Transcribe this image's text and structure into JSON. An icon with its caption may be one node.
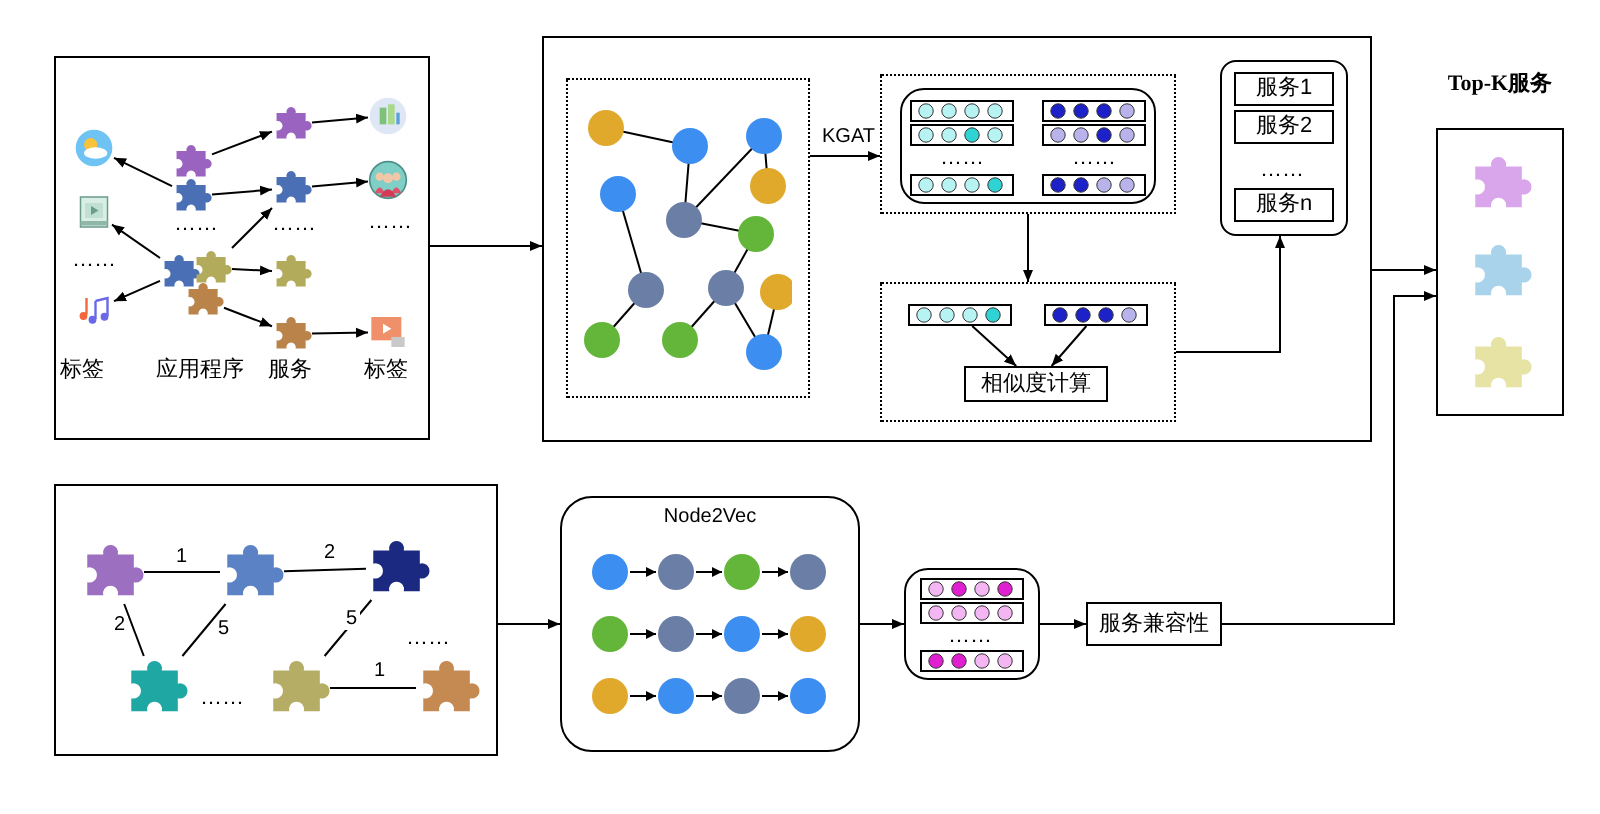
{
  "diagram": {
    "nodes": [
      {
        "text": [],
        "shape": "box"
      },
      {
        "text": [],
        "shape": "picture",
        "in": 0
      },
      {
        "text": [],
        "shape": "picture",
        "in": 0
      },
      {
        "text": [],
        "shape": "picture",
        "in": 0
      },
      {
        "text": [],
        "shape": "puzzle",
        "in": 0
      },
      {
        "text": [],
        "shape": "puzzle",
        "in": 0
      },
      {
        "text": [],
        "shape": "puzzle",
        "in": 0
      },
      {
        "text": [],
        "shape": "puzzle",
        "in": 0
      },
      {
        "text": [],
        "shape": "puzzle",
        "in": 0
      },
      {
        "text": [],
        "shape": "puzzle",
        "in": 0
      },
      {
        "text": [],
        "shape": "puzzle",
        "in": 0
      },
      {
        "text": [],
        "shape": "puzzle",
        "in": 0
      },
      {
        "text": [],
        "shape": "puzzle",
        "in": 0
      },
      {
        "text": [],
        "shape": "picture",
        "in": 0
      },
      {
        "text": [],
        "shape": "picture",
        "in": 0
      },
      {
        "text": [],
        "shape": "picture",
        "in": 0
      },
      {
        "text": [],
        "shape": "box"
      },
      {
        "text": [],
        "shape": "box",
        "in": 16
      },
      {
        "text": [],
        "shape": "box",
        "in": 16
      },
      {
        "text": [],
        "shape": "box",
        "in": 18
      },
      {
        "text": [],
        "shape": "box",
        "in": 16
      },
      {
        "text": [],
        "shape": "bar",
        "in": 20
      },
      {
        "text": [],
        "shape": "bar",
        "in": 20
      },
      {
        "text": [
          "相似度计算"
        ],
        "in": 20
      },
      {
        "text": [],
        "shape": "box",
        "in": 16
      },
      {
        "text": [
          "服务1"
        ],
        "in": 24
      },
      {
        "text": [
          "服务2"
        ],
        "in": 24
      },
      {
        "text": [
          "服务n"
        ],
        "in": 24
      },
      {
        "text": [
          "Top-K服务"
        ]
      },
      {
        "text": [],
        "shape": "puzzle",
        "in": 28
      },
      {
        "text": [],
        "shape": "puzzle",
        "in": 28
      },
      {
        "text": [],
        "shape": "puzzle",
        "in": 28
      },
      {
        "text": [],
        "shape": "box"
      },
      {
        "text": [],
        "shape": "puzzle",
        "in": 32
      },
      {
        "text": [],
        "shape": "puzzle",
        "in": 32
      },
      {
        "text": [],
        "shape": "puzzle",
        "in": 32
      },
      {
        "text": [],
        "shape": "puzzle",
        "in": 32
      },
      {
        "text": [],
        "shape": "puzzle",
        "in": 32
      },
      {
        "text": [],
        "shape": "puzzle",
        "in": 32
      },
      {
        "text": [
          "Node2Vec"
        ]
      },
      {
        "text": [],
        "shape": "box"
      },
      {
        "text": [
          "服务兼容性"
        ]
      }
    ],
    "edges": [
      {
        "from": 5,
        "to": 1,
        "arrow": "to"
      },
      {
        "from": 4,
        "to": 9,
        "arrow": "to"
      },
      {
        "from": 5,
        "to": 10,
        "arrow": "to"
      },
      {
        "from": 6,
        "to": 2,
        "arrow": "to"
      },
      {
        "from": 6,
        "to": 3,
        "arrow": "to"
      },
      {
        "from": 7,
        "to": 10,
        "arrow": "to"
      },
      {
        "from": 7,
        "to": 11,
        "arrow": "to"
      },
      {
        "from": 8,
        "to": 12,
        "arrow": "to"
      },
      {
        "from": 9,
        "to": 13,
        "arrow": "to"
      },
      {
        "from": 10,
        "to": 14,
        "arrow": "to"
      },
      {
        "from": 12,
        "to": 15,
        "arrow": "to"
      },
      {
        "from": 0,
        "to": 16,
        "arrow": "to"
      },
      {
        "from": 17,
        "to": 18,
        "arrow": "to",
        "label": "KGAT"
      },
      {
        "from": 18,
        "to": 20,
        "arrow": "to"
      },
      {
        "from": 21,
        "to": 23,
        "arrow": "to"
      },
      {
        "from": 22,
        "to": 23,
        "arrow": "to"
      },
      {
        "from": 20,
        "to": 24,
        "arrow": "to"
      },
      {
        "from": 16,
        "to": 28,
        "arrow": "to"
      },
      {
        "from": 33,
        "to": 34,
        "arrow": "none",
        "label": "1"
      },
      {
        "from": 34,
        "to": 35,
        "arrow": "none",
        "label": "2"
      },
      {
        "from": 33,
        "to": 36,
        "arrow": "none",
        "label": "2"
      },
      {
        "from": 36,
        "to": 34,
        "arrow": "none",
        "label": "5"
      },
      {
        "from": 37,
        "to": 35,
        "arrow": "none",
        "label": "5"
      },
      {
        "from": 37,
        "to": 38,
        "arrow": "none",
        "label": "1"
      },
      {
        "from": 32,
        "to": 39,
        "arrow": "to"
      },
      {
        "from": 39,
        "to": 40,
        "arrow": "to"
      },
      {
        "from": 40,
        "to": 41,
        "arrow": "to"
      },
      {
        "from": 41,
        "to": 28,
        "arrow": "to"
      }
    ],
    "labels": [
      "……",
      "……",
      "……",
      "……",
      "标签",
      "应用程序",
      "服务",
      "标签",
      "……",
      "……",
      "……",
      "……",
      "……",
      "……"
    ]
  }
}
